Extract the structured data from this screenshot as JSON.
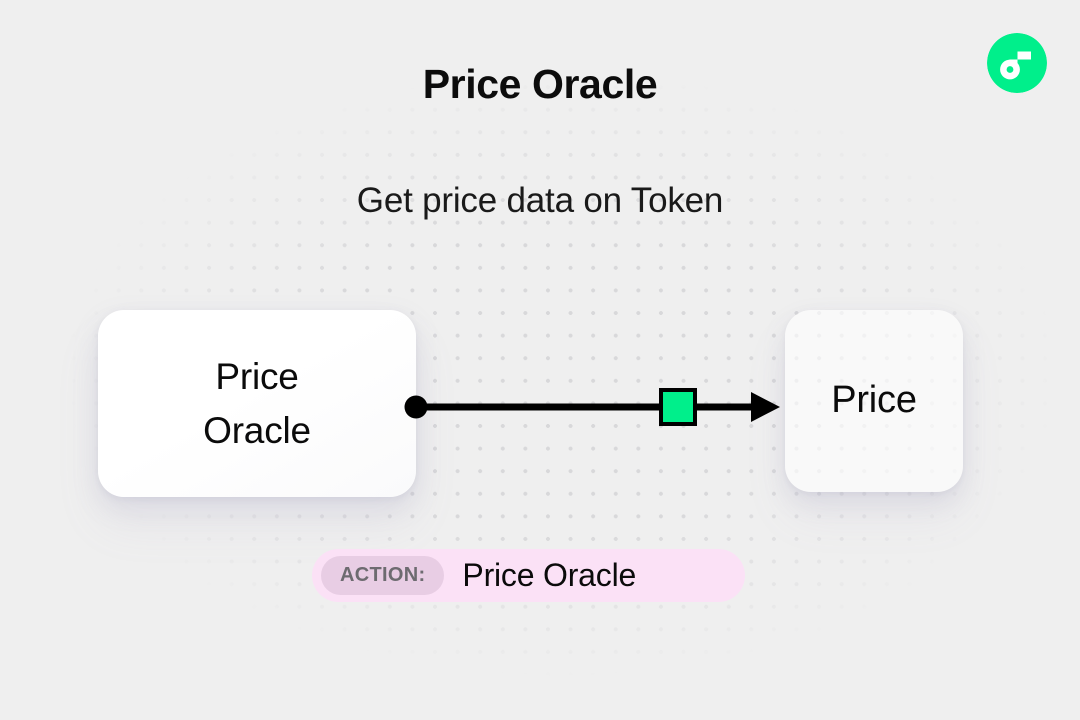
{
  "header": {
    "title": "Price Oracle",
    "subtitle": "Get price data on Token"
  },
  "brand": {
    "logo_name": "flow-logo-icon",
    "logo_color": "#00EF8B",
    "mark_color": "#FFFFFF"
  },
  "canvas": {
    "background_color": "#EFEFEF",
    "dot_color": "#D8D8DA"
  },
  "diagram": {
    "nodes": [
      {
        "id": "source",
        "label": "Price\nOracle",
        "role": "source",
        "fill": "#FFFFFF"
      },
      {
        "id": "target",
        "label": "Price",
        "role": "target",
        "fill": "rgba(255,255,255,0.6)"
      }
    ],
    "edge": {
      "from": "source",
      "to": "target",
      "start_handle": "dot",
      "end_handle": "arrow",
      "marker_shape": "square",
      "marker_color": "#00EF8B",
      "stroke_color": "#000000"
    }
  },
  "action": {
    "chip_label": "ACTION:",
    "value": "Price Oracle",
    "badge_color": "#FBE1F6",
    "chip_color": "#E8CDE4"
  }
}
